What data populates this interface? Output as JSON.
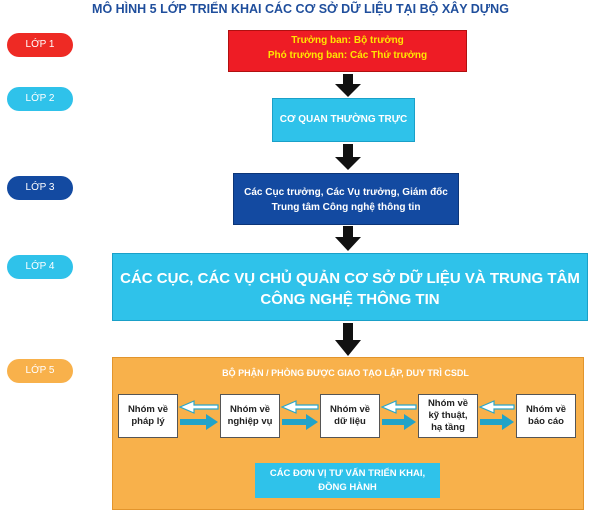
{
  "title": "MÔ HÌNH 5 LỚP TRIỂN KHAI CÁC CƠ SỞ DỮ LIỆU TẠI BỘ XÂY DỰNG",
  "layers": [
    {
      "label": "LỚP 1",
      "color": "#ee2a24"
    },
    {
      "label": "LỚP 2",
      "color": "#2fc2ea"
    },
    {
      "label": "LỚP 3",
      "color": "#134aa1"
    },
    {
      "label": "LỚP 4",
      "color": "#2fc2ea"
    },
    {
      "label": "LỚP 5",
      "color": "#f8b14b"
    }
  ],
  "layer1": {
    "line1": "Trưởng ban: Bộ trưởng",
    "line2": "Phó trưởng ban: Các Thứ trưởng"
  },
  "layer2": {
    "text": "CƠ QUAN THƯỜNG TRỰC"
  },
  "layer3": {
    "line1": "Các Cục trưởng, Các Vụ trưởng, Giám đốc",
    "line2": "Trung tâm Công nghệ thông tin"
  },
  "layer4": {
    "line1": "CÁC CỤC, CÁC VỤ CHỦ QUẢN CƠ SỞ DỮ LIỆU VÀ TRUNG TÂM",
    "line2": "CÔNG NGHỆ THÔNG TIN"
  },
  "layer5": {
    "title": "BỘ PHẬN / PHÒNG ĐƯỢC GIAO TẠO LẬP, DUY TRÌ CSDL",
    "groups": [
      {
        "line1": "Nhóm về",
        "line2": "pháp lý"
      },
      {
        "line1": "Nhóm về",
        "line2": "nghiệp vụ"
      },
      {
        "line1": "Nhóm về",
        "line2": "dữ liệu"
      },
      {
        "line1": "Nhóm về",
        "line2": "kỹ thuật,",
        "line3": "hạ tầng"
      },
      {
        "line1": "Nhóm về",
        "line2": "báo cáo"
      }
    ],
    "bottom": {
      "line1": "CÁC ĐƠN VỊ TƯ VẤN TRIỂN KHAI,",
      "line2": "ĐỒNG HÀNH"
    }
  }
}
